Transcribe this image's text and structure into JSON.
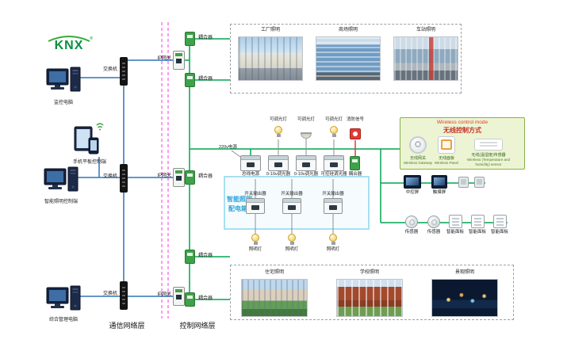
{
  "logo": {
    "text": "KNX",
    "reg": "®"
  },
  "colors": {
    "bus_green": "#00a651",
    "ethernet_blue": "#2e75b6",
    "layer_magenta": "#ff35e8",
    "fire_red": "#e53935",
    "box_blue": "#2aa3d8"
  },
  "left": {
    "computers": [
      {
        "label": "监控电脑"
      },
      {
        "label": "手机平板控制端"
      },
      {
        "label": "智能照明控制端"
      },
      {
        "label": "综合管理电脑"
      }
    ]
  },
  "network": {
    "switches": [
      "交换机",
      "交换机",
      "交换机"
    ],
    "gateways": [
      "IP网关",
      "IP网关",
      "IP网关"
    ],
    "couplers": [
      "耦合器",
      "耦合器",
      "耦合器",
      "耦合器",
      "耦合器"
    ],
    "layer_labels": {
      "communication": "通信网络层",
      "control": "控制网络层"
    }
  },
  "zones": {
    "top": {
      "photos": [
        {
          "label": "工厂照明"
        },
        {
          "label": "商场照明"
        },
        {
          "label": "车站照明"
        }
      ]
    },
    "bottom": {
      "photos": [
        {
          "label": "住宅照明"
        },
        {
          "label": "学校照明"
        },
        {
          "label": "景观照明"
        }
      ]
    }
  },
  "dist": {
    "title_line1": "智能照明",
    "title_line2": "配电箱",
    "power_label": "220v电源",
    "row1_labels": [
      "总线电源",
      "0-10v调光器",
      "0-10v调光器",
      "可控硅调光器",
      "耦合器"
    ],
    "row2_labels": [
      "开关输出器",
      "开关输出器",
      "开关输出器"
    ],
    "lamps_top": [
      "可调光灯",
      "可调光灯",
      "可调光灯",
      "消防信号"
    ],
    "lamps_bottom": [
      "照明灯",
      "照明灯",
      "照明灯"
    ]
  },
  "wireless": {
    "title_en": "Wireless control mode",
    "title_zh": "无线控制方式",
    "items": [
      {
        "zh": "无线网关",
        "en": "Wireless Gateway"
      },
      {
        "zh": "无线面板",
        "en": "Wireless Panel"
      },
      {
        "zh": "无线(温湿度)传感器",
        "en": "Wireless (Temperature and humidity) sensor"
      }
    ]
  },
  "control_row": {
    "items": [
      {
        "label": "中控屏"
      },
      {
        "label": "触摸屏"
      }
    ]
  },
  "field_row": {
    "items": [
      {
        "label": "传感器"
      },
      {
        "label": "传感器"
      },
      {
        "label": "智能面板"
      },
      {
        "label": "智能面板"
      },
      {
        "label": "智能面板"
      }
    ]
  }
}
